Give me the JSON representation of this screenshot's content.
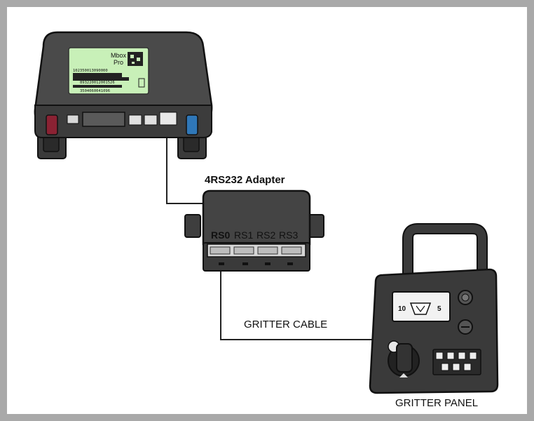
{
  "device": {
    "label_line1": "Mbox",
    "label_line2": "Pro",
    "serial_1": "102350013090000",
    "serial_2": "893220012001526",
    "serial_3": "3504060041096"
  },
  "adapter": {
    "title": "4RS232 Adapter",
    "ports": [
      "RS0",
      "RS1",
      "RS2",
      "RS3"
    ]
  },
  "cable": {
    "label": "GRITTER CABLE"
  },
  "panel": {
    "label": "GRITTER PANEL",
    "display_left": "10",
    "display_right": "5"
  }
}
